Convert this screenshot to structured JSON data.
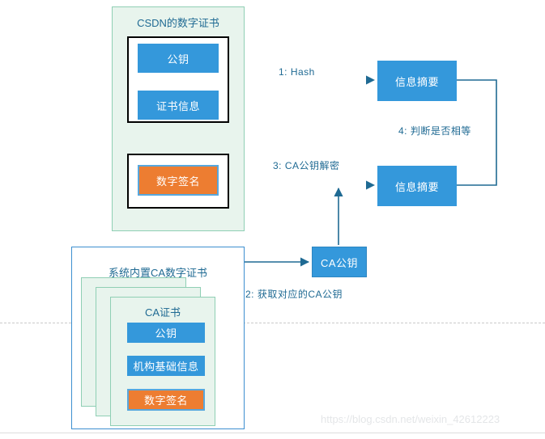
{
  "diagram": {
    "title_top": "CSDN的数字证书",
    "title_bottom": "系统内置CA数字证书",
    "card_title": "CA证书",
    "colors": {
      "blue": "#3498db",
      "orange": "#ed7d31",
      "green_panel_bg": "#e8f4ed",
      "green_panel_border": "#8fcfb4",
      "blue_panel_border": "#3d8fd0",
      "black_box_border": "#000000",
      "edge": "#1f6a93",
      "label_text": "#1f6a93",
      "watermark": "#e4e6e8"
    },
    "top_certificate": {
      "public_key": "公钥",
      "cert_info": "证书信息",
      "digital_signature": "数字签名"
    },
    "ca_certificate": {
      "public_key": "公钥",
      "org_info": "机构基础信息",
      "digital_signature": "数字签名"
    },
    "nodes": {
      "digest_top": "信息摘要",
      "digest_bottom": "信息摘要",
      "ca_public_key": "CA公钥"
    },
    "edge_labels": {
      "step1": "1: Hash",
      "step2": "2: 获取对应的CA公钥",
      "step3": "3: CA公钥解密",
      "step4": "4: 判断是否相等"
    }
  },
  "watermark": {
    "text": "https://blog.csdn.net/weixin_42612223"
  }
}
